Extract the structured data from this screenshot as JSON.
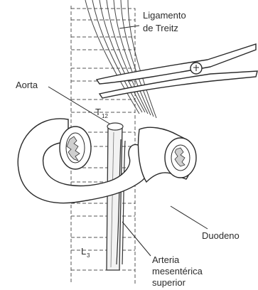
{
  "labels": {
    "ligament_line1": "Ligamento",
    "ligament_line2": "de Treitz",
    "aorta": "Aorta",
    "t12_main": "T",
    "t12_sub": "12",
    "l3_main": "L",
    "l3_sub": "3",
    "duodeno": "Duodeno",
    "arteria_line1": "Arteria",
    "arteria_line2": "mesentérica",
    "arteria_line3": "superior"
  }
}
